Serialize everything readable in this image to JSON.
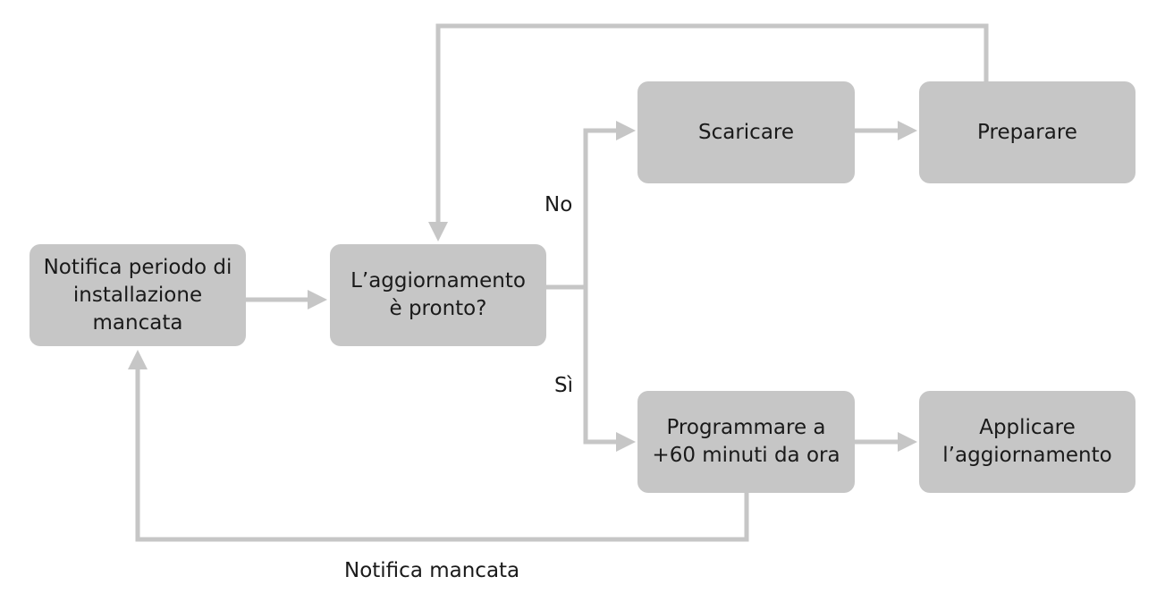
{
  "nodes": {
    "notifica": "Notifica periodo di\ninstallazione\nmancata",
    "pronto": "L’aggiornamento\nè pronto?",
    "scaricare": "Scaricare",
    "preparare": "Preparare",
    "programmare": "Programmare a\n+60 minuti da ora",
    "applicare": "Applicare\nl’aggiornamento"
  },
  "labels": {
    "no": "No",
    "si": "Sì",
    "notifica_mancata": "Notifica mancata"
  },
  "colors": {
    "node_fill": "#c6c6c6",
    "connector": "#c6c6c6",
    "text": "#1a1a1a",
    "background": "#ffffff"
  }
}
